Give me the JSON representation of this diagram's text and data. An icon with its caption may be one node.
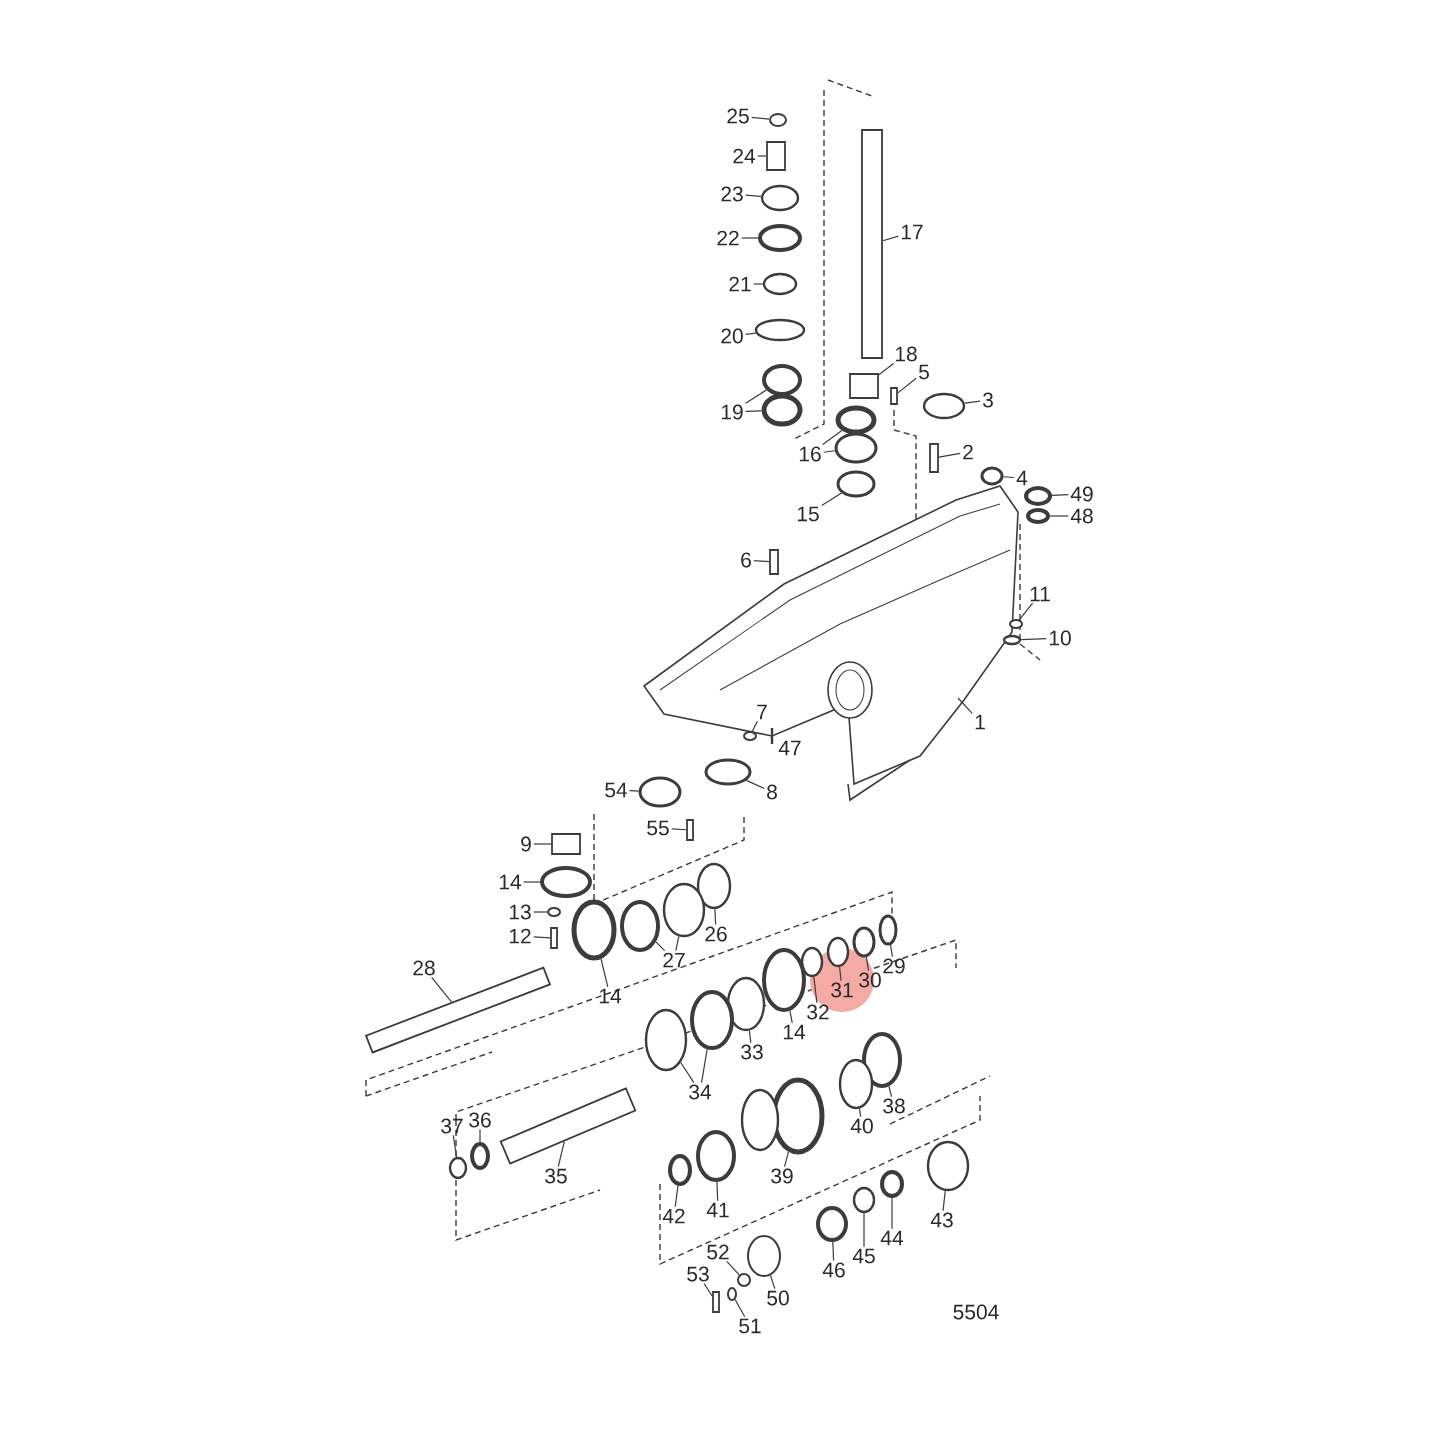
{
  "diagram": {
    "nodes": [
      {
        "text": [
          "25"
        ]
      },
      {
        "text": [
          "24"
        ]
      },
      {
        "text": [
          "23"
        ]
      },
      {
        "text": [
          "22"
        ]
      },
      {
        "text": [
          "17"
        ]
      },
      {
        "text": [
          "21"
        ]
      },
      {
        "text": [
          "20"
        ]
      },
      {
        "text": [
          "18"
        ]
      },
      {
        "text": [
          "5"
        ]
      },
      {
        "text": [
          "3"
        ]
      },
      {
        "text": [
          "19"
        ]
      },
      {
        "text": [
          "16"
        ]
      },
      {
        "text": [
          "2"
        ]
      },
      {
        "text": [
          "4"
        ]
      },
      {
        "text": [
          "15"
        ]
      },
      {
        "text": [
          "49"
        ]
      },
      {
        "text": [
          "48"
        ]
      },
      {
        "text": [
          "6"
        ]
      },
      {
        "text": [
          "11"
        ]
      },
      {
        "text": [
          "10"
        ]
      },
      {
        "text": [
          "1"
        ]
      },
      {
        "text": [
          "7"
        ]
      },
      {
        "text": [
          "8"
        ]
      },
      {
        "text": [
          "54"
        ]
      },
      {
        "text": [
          "55"
        ]
      },
      {
        "text": [
          "9"
        ]
      },
      {
        "text": [
          "14"
        ]
      },
      {
        "text": [
          "13"
        ]
      },
      {
        "text": [
          "26"
        ]
      },
      {
        "text": [
          "12"
        ]
      },
      {
        "text": [
          "27"
        ]
      },
      {
        "text": [
          "28"
        ]
      },
      {
        "text": [
          "29"
        ]
      },
      {
        "text": [
          "30"
        ]
      },
      {
        "text": [
          "14"
        ]
      },
      {
        "text": [
          "31"
        ]
      },
      {
        "text": [
          "32"
        ]
      },
      {
        "text": [
          "14"
        ]
      },
      {
        "text": [
          "33"
        ]
      },
      {
        "text": [
          "34"
        ]
      },
      {
        "text": [
          "38"
        ]
      },
      {
        "text": [
          "40"
        ]
      },
      {
        "text": [
          "36"
        ]
      },
      {
        "text": [
          "37"
        ]
      },
      {
        "text": [
          "35"
        ]
      },
      {
        "text": [
          "39"
        ]
      },
      {
        "text": [
          "41"
        ]
      },
      {
        "text": [
          "42"
        ]
      },
      {
        "text": [
          "43"
        ]
      },
      {
        "text": [
          "44"
        ]
      },
      {
        "text": [
          "45"
        ]
      },
      {
        "text": [
          "46"
        ]
      },
      {
        "text": [
          "52"
        ]
      },
      {
        "text": [
          "53"
        ]
      },
      {
        "text": [
          "51"
        ]
      },
      {
        "text": [
          "50"
        ]
      },
      {
        "text": [],
        "shape": "circle"
      },
      {
        "text": [],
        "shape": "bar"
      },
      {
        "text": [],
        "shape": "circle"
      },
      {
        "text": [],
        "shape": "circle"
      },
      {
        "text": [],
        "shape": "bar"
      },
      {
        "text": [],
        "shape": "circle"
      },
      {
        "text": [],
        "shape": "circle"
      },
      {
        "text": [],
        "shape": "bar"
      },
      {
        "text": [],
        "shape": "bar"
      },
      {
        "text": [],
        "shape": "circle"
      },
      {
        "text": [],
        "shape": "circle"
      },
      {
        "text": [],
        "shape": "circle"
      },
      {
        "text": [],
        "shape": "circle"
      },
      {
        "text": [],
        "shape": "circle"
      },
      {
        "text": [],
        "shape": "bar"
      },
      {
        "text": [],
        "shape": "circle"
      },
      {
        "text": [],
        "shape": "circle"
      },
      {
        "text": [],
        "shape": "circle"
      },
      {
        "text": [],
        "shape": "circle"
      },
      {
        "text": [],
        "shape": "bar"
      },
      {
        "text": [],
        "shape": "circle"
      },
      {
        "text": [],
        "shape": "circle"
      },
      {
        "text": [],
        "shape": "circle"
      },
      {
        "text": [],
        "shape": "circle"
      },
      {
        "text": [],
        "shape": "circle"
      },
      {
        "text": [],
        "shape": "bar"
      },
      {
        "text": [],
        "shape": "bar"
      },
      {
        "text": [],
        "shape": "circle"
      },
      {
        "text": [],
        "shape": "circle"
      },
      {
        "text": [],
        "shape": "circle"
      },
      {
        "text": [],
        "shape": "bar"
      },
      {
        "text": [],
        "shape": "circle"
      },
      {
        "text": [],
        "shape": "circle"
      },
      {
        "text": [],
        "shape": "bar"
      },
      {
        "text": [],
        "shape": "circle"
      },
      {
        "text": [],
        "shape": "circle"
      },
      {
        "text": [],
        "shape": "circle"
      },
      {
        "text": [],
        "shape": "circle"
      },
      {
        "text": [],
        "shape": "circle"
      },
      {
        "text": [],
        "shape": "circle"
      },
      {
        "text": [],
        "shape": "circle"
      },
      {
        "text": [],
        "shape": "circle"
      },
      {
        "text": [],
        "shape": "circle"
      },
      {
        "text": [],
        "shape": "circle"
      },
      {
        "text": [],
        "shape": "circle"
      },
      {
        "text": [],
        "shape": "circle"
      },
      {
        "text": [],
        "shape": "circle"
      },
      {
        "text": [],
        "shape": "bar"
      },
      {
        "text": [],
        "shape": "circle"
      },
      {
        "text": [],
        "shape": "circle"
      },
      {
        "text": [],
        "shape": "circle"
      },
      {
        "text": [],
        "shape": "circle"
      },
      {
        "text": [],
        "shape": "circle"
      },
      {
        "text": [],
        "shape": "circle"
      },
      {
        "text": [],
        "shape": "circle"
      },
      {
        "text": [],
        "shape": "circle"
      },
      {
        "text": [],
        "shape": "bar"
      },
      {
        "text": [],
        "shape": "circle"
      },
      {
        "text": [],
        "shape": "circle"
      },
      {
        "text": [],
        "shape": "circle"
      }
    ],
    "edges": [
      {
        "from": 0,
        "to": 56,
        "arrow": "none"
      },
      {
        "from": 1,
        "to": 57,
        "arrow": "none"
      },
      {
        "from": 2,
        "to": 58,
        "arrow": "none"
      },
      {
        "from": 3,
        "to": 59,
        "arrow": "none"
      },
      {
        "from": 4,
        "to": 60,
        "arrow": "none"
      },
      {
        "from": 5,
        "to": 61,
        "arrow": "none"
      },
      {
        "from": 6,
        "to": 62,
        "arrow": "none"
      },
      {
        "from": 7,
        "to": 63,
        "arrow": "none"
      },
      {
        "from": 8,
        "to": 64,
        "arrow": "none"
      },
      {
        "from": 9,
        "to": 65,
        "arrow": "none"
      },
      {
        "from": 10,
        "to": 66,
        "arrow": "none"
      },
      {
        "from": 10,
        "to": 67,
        "arrow": "none"
      },
      {
        "from": 11,
        "to": 68,
        "arrow": "none"
      },
      {
        "from": 11,
        "to": 69,
        "arrow": "none"
      },
      {
        "from": 12,
        "to": 70,
        "arrow": "none"
      },
      {
        "from": 13,
        "to": 71,
        "arrow": "none"
      },
      {
        "from": 14,
        "to": 72,
        "arrow": "none"
      },
      {
        "from": 15,
        "to": 73,
        "arrow": "none"
      },
      {
        "from": 16,
        "to": 74,
        "arrow": "none"
      },
      {
        "from": 17,
        "to": 75,
        "arrow": "none"
      },
      {
        "from": 18,
        "to": 76,
        "arrow": "none"
      },
      {
        "from": 19,
        "to": 77,
        "arrow": "none"
      },
      {
        "from": 20,
        "to": null,
        "arrow": "none"
      },
      {
        "from": 21,
        "to": 78,
        "arrow": "none"
      },
      {
        "from": 22,
        "to": 79,
        "arrow": "none"
      },
      {
        "from": 23,
        "to": 80,
        "arrow": "none"
      },
      {
        "from": 24,
        "to": 81,
        "arrow": "none"
      },
      {
        "from": 25,
        "to": 82,
        "arrow": "none"
      },
      {
        "from": 26,
        "to": 83,
        "arrow": "none"
      },
      {
        "from": 27,
        "to": 84,
        "arrow": "none"
      },
      {
        "from": 28,
        "to": 85,
        "arrow": "none"
      },
      {
        "from": 29,
        "to": 86,
        "arrow": "none"
      },
      {
        "from": 30,
        "to": 87,
        "arrow": "none"
      },
      {
        "from": 30,
        "to": 88,
        "arrow": "none"
      },
      {
        "from": 31,
        "to": 89,
        "arrow": "none"
      },
      {
        "from": 32,
        "to": 90,
        "arrow": "none"
      },
      {
        "from": 33,
        "to": 91,
        "arrow": "none"
      },
      {
        "from": 34,
        "to": 92,
        "arrow": "none"
      },
      {
        "from": 35,
        "to": 93,
        "arrow": "none"
      },
      {
        "from": 36,
        "to": 94,
        "arrow": "none"
      },
      {
        "from": 37,
        "to": 95,
        "arrow": "none"
      },
      {
        "from": 38,
        "to": 96,
        "arrow": "none"
      },
      {
        "from": 39,
        "to": 97,
        "arrow": "none"
      },
      {
        "from": 39,
        "to": 98,
        "arrow": "none"
      },
      {
        "from": 40,
        "to": 99,
        "arrow": "none"
      },
      {
        "from": 41,
        "to": 100,
        "arrow": "none"
      },
      {
        "from": 42,
        "to": 101,
        "arrow": "none"
      },
      {
        "from": 43,
        "to": 102,
        "arrow": "none"
      },
      {
        "from": 44,
        "to": 103,
        "arrow": "none"
      },
      {
        "from": 45,
        "to": 104,
        "arrow": "none"
      },
      {
        "from": 46,
        "to": 105,
        "arrow": "none"
      },
      {
        "from": 47,
        "to": 106,
        "arrow": "none"
      },
      {
        "from": 48,
        "to": 107,
        "arrow": "none"
      },
      {
        "from": 49,
        "to": 108,
        "arrow": "none"
      },
      {
        "from": 50,
        "to": 109,
        "arrow": "none"
      },
      {
        "from": 51,
        "to": 110,
        "arrow": "none"
      },
      {
        "from": 52,
        "to": 111,
        "arrow": "none"
      },
      {
        "from": 53,
        "to": 112,
        "arrow": "none"
      },
      {
        "from": 54,
        "to": 113,
        "arrow": "none"
      },
      {
        "from": 55,
        "to": 114,
        "arrow": "none"
      }
    ],
    "labels": [
      "47",
      "5504"
    ]
  }
}
